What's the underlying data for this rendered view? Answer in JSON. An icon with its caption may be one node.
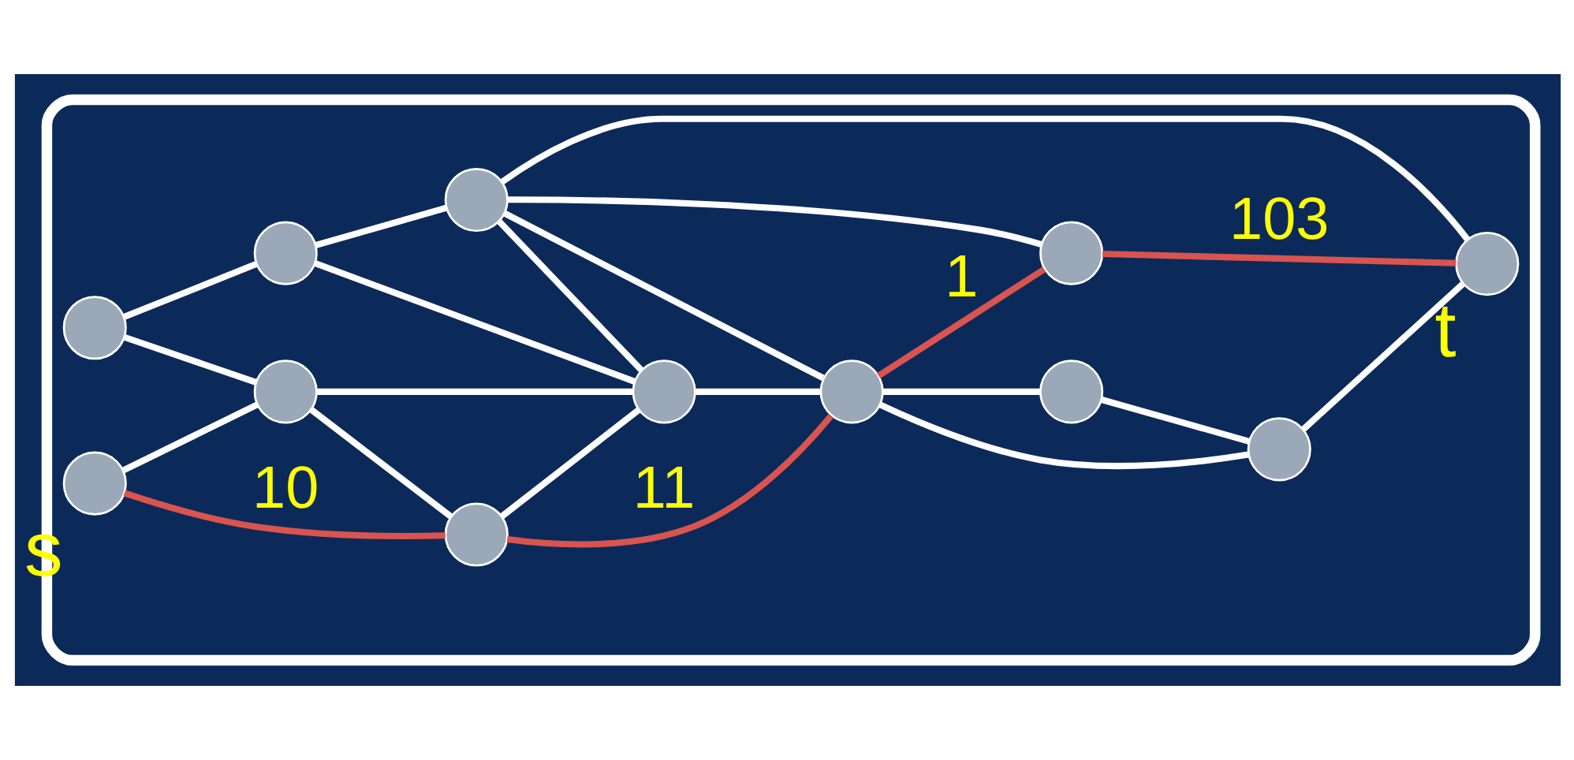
{
  "diagram": {
    "nodes": [
      {
        "text": [],
        "shape": "ellipse"
      },
      {
        "text": [],
        "shape": "circle",
        "in": 0
      },
      {
        "text": [],
        "shape": "circle",
        "in": 0
      },
      {
        "text": [],
        "shape": "circle",
        "in": 0
      },
      {
        "text": [],
        "shape": "circle",
        "in": 0
      },
      {
        "text": [],
        "shape": "circle",
        "in": 0
      },
      {
        "text": [],
        "shape": "circle",
        "in": 0,
        "beside": [
          "t"
        ]
      },
      {
        "text": [],
        "shape": "circle",
        "in": 0,
        "beside": [
          "s"
        ]
      },
      {
        "text": [],
        "shape": "circle",
        "in": 0
      },
      {
        "text": [],
        "shape": "circle",
        "in": 0
      },
      {
        "text": [],
        "shape": "circle",
        "in": 0
      },
      {
        "text": [],
        "shape": "circle",
        "in": 0
      },
      {
        "text": [],
        "shape": "circle",
        "in": 0
      }
    ],
    "edges": [
      {
        "from": 1,
        "to": 2,
        "arrow": "none"
      },
      {
        "from": 1,
        "to": 4,
        "arrow": "none"
      },
      {
        "from": 2,
        "to": 3,
        "arrow": "none"
      },
      {
        "from": 2,
        "to": 5,
        "arrow": "none"
      },
      {
        "from": 3,
        "to": 5,
        "arrow": "none"
      },
      {
        "from": 3,
        "to": 6,
        "arrow": "none"
      },
      {
        "from": 3,
        "to": 8,
        "arrow": "none"
      },
      {
        "from": 3,
        "to": 10,
        "arrow": "none"
      },
      {
        "from": 4,
        "to": 5,
        "arrow": "none"
      },
      {
        "from": 7,
        "to": 4,
        "arrow": "none"
      },
      {
        "from": 4,
        "to": 9,
        "arrow": "none"
      },
      {
        "from": 9,
        "to": 5,
        "arrow": "none"
      },
      {
        "from": 5,
        "to": 10,
        "arrow": "none"
      },
      {
        "from": 10,
        "to": 11,
        "arrow": "none"
      },
      {
        "from": 10,
        "to": 12,
        "arrow": "none"
      },
      {
        "from": 11,
        "to": 12,
        "arrow": "none"
      },
      {
        "from": 12,
        "to": 6,
        "arrow": "none"
      },
      {
        "from": 7,
        "to": 9,
        "arrow": "none",
        "label": "10",
        "color": "#d9534f"
      },
      {
        "from": 9,
        "to": 10,
        "arrow": "none",
        "label": "11",
        "color": "#d9534f"
      },
      {
        "from": 10,
        "to": 8,
        "arrow": "none",
        "label": "1",
        "color": "#d9534f"
      },
      {
        "from": 8,
        "to": 6,
        "arrow": "none",
        "label": "103",
        "color": "#d9534f"
      }
    ]
  }
}
